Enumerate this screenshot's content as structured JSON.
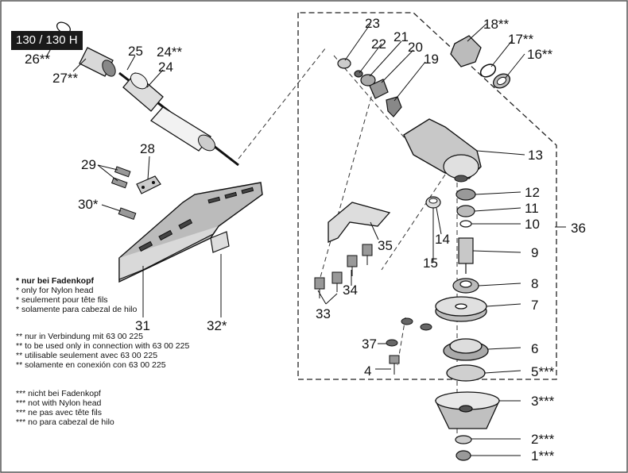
{
  "model": "130 / 130 H",
  "callouts": {
    "c1": "1***",
    "c2": "2***",
    "c3": "3***",
    "c4": "4",
    "c5": "5***",
    "c6": "6",
    "c7": "7",
    "c8": "8",
    "c9": "9",
    "c10": "10",
    "c11": "11",
    "c12": "12",
    "c13": "13",
    "c14": "14",
    "c15": "15",
    "c16": "16**",
    "c17": "17**",
    "c18": "18**",
    "c19": "19",
    "c20": "20",
    "c21": "21",
    "c22": "22",
    "c23": "23",
    "c24a": "24**",
    "c24b": "24",
    "c25": "25",
    "c26": "26**",
    "c27": "27**",
    "c28": "28",
    "c29": "29",
    "c30": "30*",
    "c31": "31",
    "c32": "32*",
    "c33": "33",
    "c34": "34",
    "c35": "35",
    "c36": "36",
    "c37": "37"
  },
  "notes": {
    "single": [
      "* nur bei Fadenkopf",
      "* only for Nylon head",
      "* seulement pour tête fils",
      "* solamente para cabezal de hilo"
    ],
    "double": [
      "** nur in Verbindung mit 63 00 225",
      "** to be used only in connection with 63 00 225",
      "** utilisable seulement avec 63 00 225",
      "** solamente en conexión con 63 00 225"
    ],
    "triple": [
      "*** nicht bei Fadenkopf",
      "*** not with Nylon head",
      "*** ne pas avec tête fils",
      "*** no para cabezal de hilo"
    ]
  }
}
